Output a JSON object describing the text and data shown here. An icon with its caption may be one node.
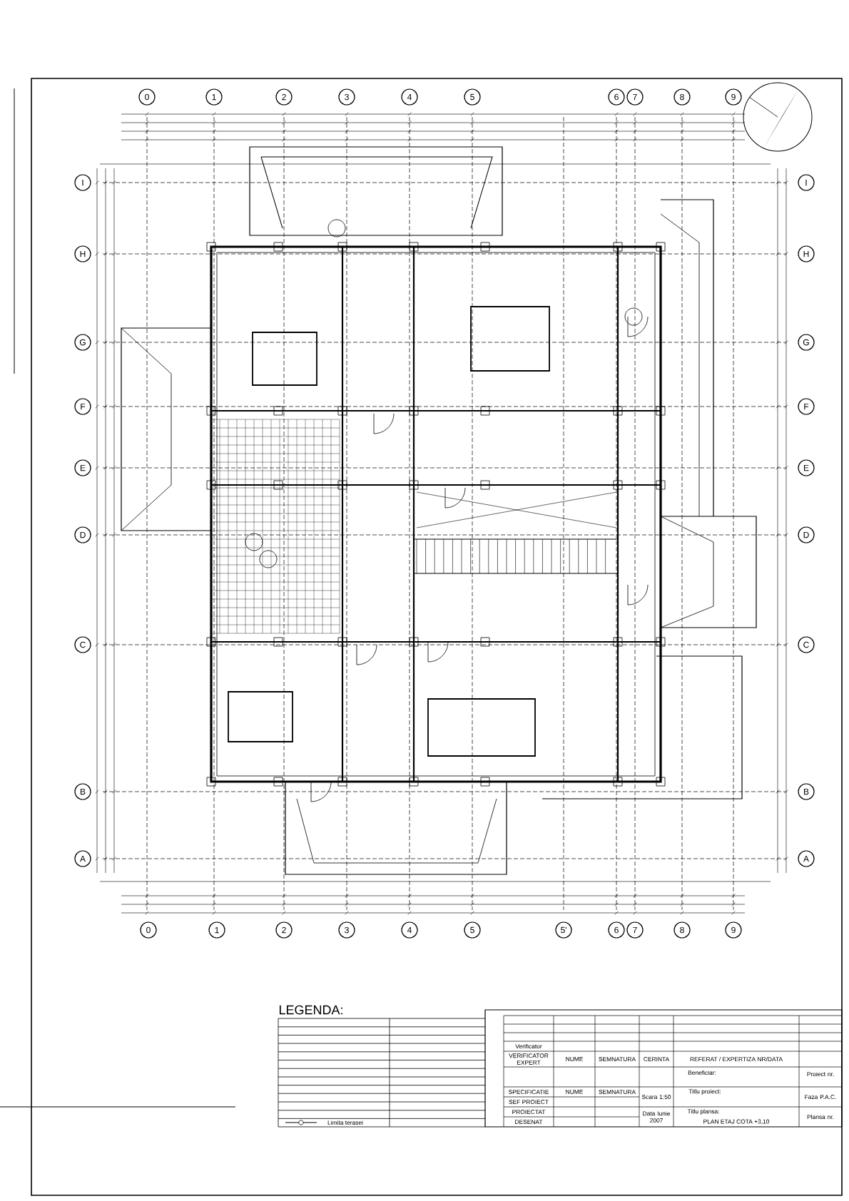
{
  "diagram": {
    "nodes": [
      {
        "text": [
          "0"
        ]
      },
      {
        "text": [
          "1"
        ]
      },
      {
        "text": [
          "2"
        ]
      },
      {
        "text": [
          "3"
        ]
      },
      {
        "text": [
          "4"
        ]
      },
      {
        "text": [
          "5"
        ]
      },
      {
        "text": [
          "6"
        ]
      },
      {
        "text": [
          "7"
        ]
      },
      {
        "text": [
          "8"
        ]
      },
      {
        "text": [
          "9"
        ]
      },
      {
        "text": [
          "I"
        ]
      },
      {
        "text": [
          "I"
        ]
      },
      {
        "text": [
          "H"
        ]
      },
      {
        "text": [
          "H"
        ]
      },
      {
        "text": [
          "G"
        ]
      },
      {
        "text": [
          "G"
        ]
      },
      {
        "text": [
          "F"
        ]
      },
      {
        "text": [
          "F"
        ]
      },
      {
        "text": [
          "E"
        ]
      },
      {
        "text": [
          "E"
        ]
      },
      {
        "text": [
          "D"
        ]
      },
      {
        "text": [
          "D"
        ]
      },
      {
        "text": [
          "C"
        ]
      },
      {
        "text": [
          "C"
        ]
      },
      {
        "text": [
          "B"
        ]
      },
      {
        "text": [
          "B"
        ]
      },
      {
        "text": [
          "A"
        ]
      },
      {
        "text": [
          "A"
        ]
      },
      {
        "text": [
          "0"
        ]
      },
      {
        "text": [
          "1"
        ]
      },
      {
        "text": [
          "2"
        ]
      },
      {
        "text": [
          "3"
        ]
      },
      {
        "text": [
          "4"
        ]
      },
      {
        "text": [
          "5"
        ]
      },
      {
        "text": [
          "5'"
        ]
      },
      {
        "text": [
          "6"
        ]
      },
      {
        "text": [
          "7"
        ]
      },
      {
        "text": [
          "8"
        ]
      },
      {
        "text": [
          "9"
        ]
      }
    ],
    "labels": [
      "LEGENDA:",
      "Limita terasei",
      "Verificator",
      "VERIFICATOR EXPERT",
      "NUME",
      "SEMNATURA",
      "CERINTA",
      "REFERAT / EXPERTIZA NR/DATA",
      "Beneficiar:",
      "Proiect nr.",
      "SPECIFICATIE",
      "NUME",
      "SEMNATURA",
      "Scara 1:50",
      "Titlu proiect:",
      "Faza P.A.C.",
      "SEF PROIECT",
      "PROIECTAT",
      "DESENAT",
      "Data Iunie 2007",
      "Titlu plansa:",
      "PLAN ETAJ COTA +3,10",
      "Plansa nr."
    ]
  }
}
